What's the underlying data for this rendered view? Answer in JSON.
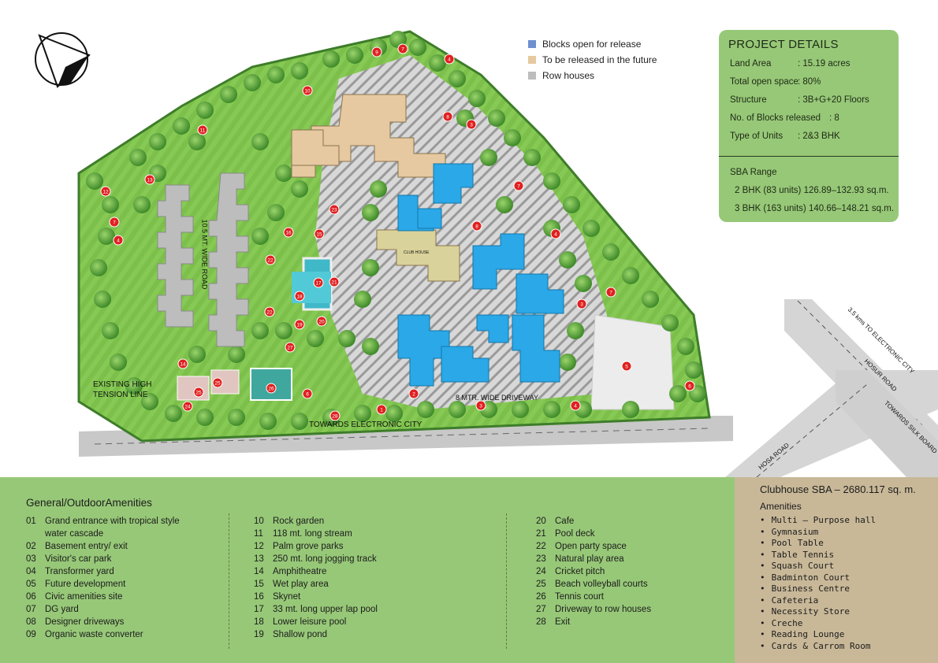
{
  "legend": {
    "items": [
      {
        "label": "Blocks open for release",
        "color": "#6f8fcf"
      },
      {
        "label": "To be released in the future",
        "color": "#e6c9a0"
      },
      {
        "label": "Row houses",
        "color": "#bdbdbd"
      }
    ]
  },
  "project_details": {
    "title": "PROJECT DETAILS",
    "rows": [
      {
        "label": "Land Area",
        "value": ": 15.19 acres"
      },
      {
        "label": "Total open space",
        "value": ": 80%"
      },
      {
        "label": "Structure",
        "value": ": 3B+G+20 Floors"
      },
      {
        "label": "No. of Blocks released",
        "value": ": 8"
      },
      {
        "label": "Type of Units",
        "value": ": 2&3 BHK"
      }
    ],
    "sba_title": "SBA Range",
    "sba_rows": [
      "2 BHK (83 units) 126.89–132.93 sq.m.",
      "3 BHK (163 units) 140.66–148.21 sq.m."
    ]
  },
  "map_labels": {
    "road_105": "10.5 MT. WIDE ROAD",
    "driveway_8": "8 MTR. WIDE DRIVEWAY",
    "towards_ec": "TOWARDS ELECTRONIC CITY",
    "tension_line_1": "EXISTING HIGH",
    "tension_line_2": "TENSION LINE",
    "to_ec": "3.5 kms TO ELECTRONIC CITY",
    "hosur": "HOSUR ROAD",
    "silk": "TOWARDS SILK BOARD",
    "hosa": "HOSA ROAD",
    "club": "CLUB HOUSE"
  },
  "amenities": {
    "title": "General/OutdoorAmenities",
    "col1": [
      {
        "n": "01",
        "t": "Grand entrance with tropical style"
      },
      {
        "n": "",
        "t": "water cascade"
      },
      {
        "n": "02",
        "t": "Basement entry/ exit"
      },
      {
        "n": "03",
        "t": " Visitor's car park"
      },
      {
        "n": "04",
        "t": "Transformer yard"
      },
      {
        "n": "05",
        "t": "Future development"
      },
      {
        "n": "06",
        "t": "Civic amenities site"
      },
      {
        "n": "07",
        "t": "DG yard"
      },
      {
        "n": "08",
        "t": "Designer driveways"
      },
      {
        "n": "09",
        "t": "Organic waste converter"
      }
    ],
    "col2": [
      {
        "n": "10",
        "t": "Rock garden"
      },
      {
        "n": "11",
        "t": "118 mt. long stream"
      },
      {
        "n": "12",
        "t": " Palm grove parks"
      },
      {
        "n": "13",
        "t": "250 mt. long jogging track"
      },
      {
        "n": "14",
        "t": "Amphitheatre"
      },
      {
        "n": "15",
        "t": "Wet play area"
      },
      {
        "n": "16",
        "t": "Skynet"
      },
      {
        "n": "17",
        "t": "33 mt. long upper lap pool"
      },
      {
        "n": "18",
        "t": "Lower leisure pool"
      },
      {
        "n": "19",
        "t": "Shallow pond"
      }
    ],
    "col3": [
      {
        "n": "20",
        "t": "Cafe"
      },
      {
        "n": "21",
        "t": "Pool deck"
      },
      {
        "n": "22",
        "t": "Open party space"
      },
      {
        "n": "23",
        "t": "Natural play area"
      },
      {
        "n": "24",
        "t": "Cricket pitch"
      },
      {
        "n": "25",
        "t": "Beach volleyball courts"
      },
      {
        "n": "26",
        "t": "Tennis court"
      },
      {
        "n": "27",
        "t": "Driveway to row houses"
      },
      {
        "n": "28",
        "t": "Exit"
      }
    ]
  },
  "clubhouse": {
    "title": "Clubhouse SBA – 2680.117 sq. m.",
    "subtitle": "Amenities",
    "items": [
      "Multi – Purpose hall",
      "Gymnasium",
      "Pool Table",
      "Table Tennis",
      "Squash Court",
      "Badminton Court",
      "Business Centre",
      "Cafeteria",
      "Necessity Store",
      "Creche",
      "Reading Lounge",
      "Cards & Carrom Room"
    ]
  },
  "markers": [
    "1",
    "2",
    "3",
    "3",
    "3",
    "4",
    "4",
    "4",
    "4",
    "5",
    "6",
    "6",
    "7",
    "7",
    "7",
    "7",
    "8",
    "8",
    "9",
    "10",
    "11",
    "12",
    "13",
    "14",
    "15",
    "16",
    "17",
    "18",
    "19",
    "20",
    "21",
    "22",
    "22",
    "23",
    "24",
    "25",
    "25",
    "26",
    "27",
    "28"
  ],
  "colors": {
    "open_block": "#2aa8e8",
    "future_block": "#e6c9a0",
    "row_house": "#bdbdbd",
    "green": "#97c878",
    "club_bg": "#c8b898"
  }
}
